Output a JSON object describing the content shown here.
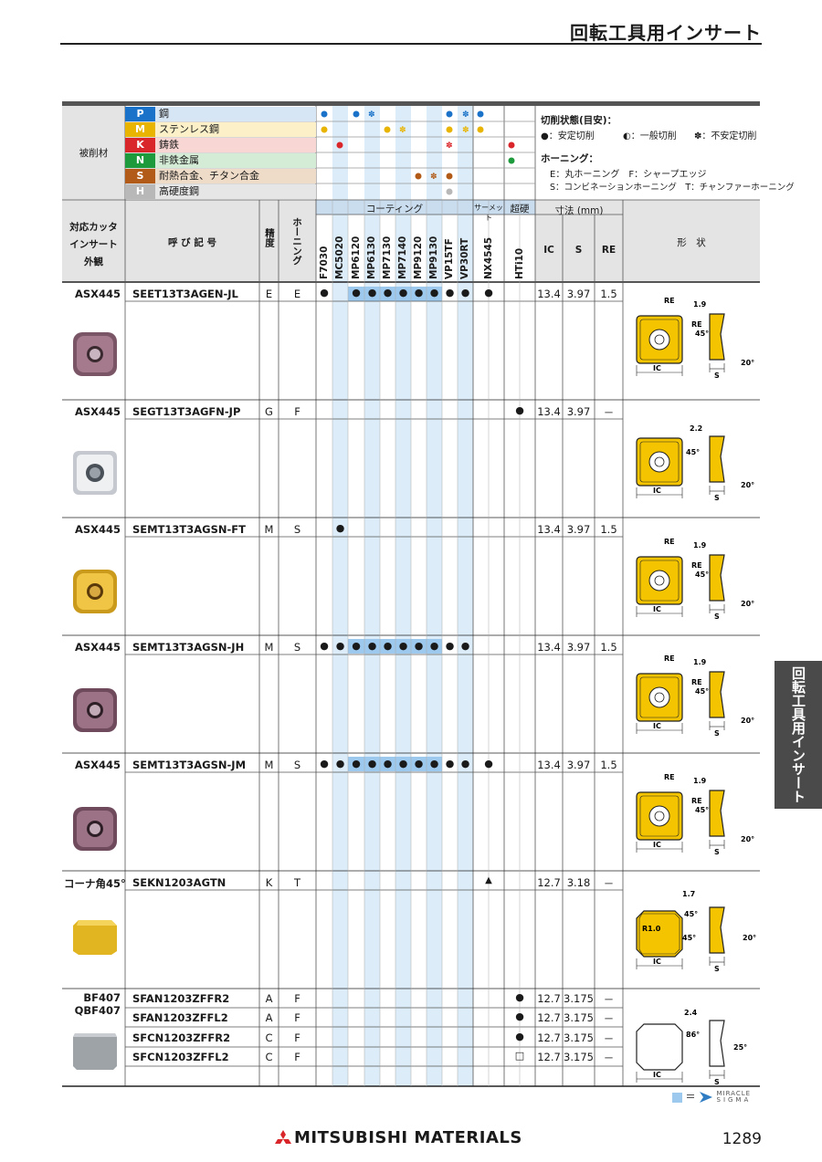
{
  "header": {
    "title": "回転工具用インサート"
  },
  "materials": {
    "label": "被削材",
    "rows": [
      {
        "code": "P",
        "name": "鋼",
        "color": "#1a73c9",
        "bg": "#d6e6f5"
      },
      {
        "code": "M",
        "name": "ステンレス鋼",
        "color": "#e8b400",
        "bg": "#fbf0c8"
      },
      {
        "code": "K",
        "name": "鋳鉄",
        "color": "#d9262b",
        "bg": "#f8d6d3"
      },
      {
        "code": "N",
        "name": "非鉄金属",
        "color": "#1c9a3c",
        "bg": "#d4ecd6"
      },
      {
        "code": "S",
        "name": "耐熱合金、チタン合金",
        "color": "#b25b18",
        "bg": "#efdcc8"
      },
      {
        "code": "H",
        "name": "高硬度鋼",
        "color": "#b8b8b8",
        "bg": "#e6e6e6"
      }
    ]
  },
  "legend": {
    "cutting_title": "切削状態(目安)：",
    "cutting_items": [
      "●：安定切削",
      "◐：一般切削",
      "✽：不安定切削"
    ],
    "honing_title": "ホーニング：",
    "honing_line1": "E：丸ホーニング　F：シャープエッジ",
    "honing_line2": "S：コンビネーションホーニング　T：チャンファーホーニング"
  },
  "columns": {
    "cutter": [
      "対応カッタ",
      "インサート",
      "外観"
    ],
    "designation": "呼 び 記 号",
    "accuracy": "精度",
    "honing": "ホーニング",
    "coating_group": "コーティング",
    "cermet_group": "サーメット",
    "carbide_group": "超硬",
    "dims_group": "寸法 (mm)",
    "shape": "形　状",
    "grades": [
      "F7030",
      "MC5020",
      "MP6120",
      "MP6130",
      "MP7130",
      "MP7140",
      "MP9120",
      "MP9130",
      "VP15TF",
      "VP30RT",
      "NX4545",
      "HTi10"
    ],
    "dims": [
      "IC",
      "S",
      "RE"
    ]
  },
  "rows": [
    {
      "cutter": "ASX445",
      "code": "SEET13T3AGEN-JL",
      "acc": "E",
      "hon": "E",
      "ic": "13.4",
      "s": "3.97",
      "re": "1.5",
      "marks": "●,,●,●,●,●,●,●,●,●,●,"
    },
    {
      "cutter": "ASX445",
      "code": "SEGT13T3AGFN-JP",
      "acc": "G",
      "hon": "F",
      "ic": "13.4",
      "s": "3.97",
      "re": "－",
      "marks": ",,,,,,,,,,,●"
    },
    {
      "cutter": "ASX445",
      "code": "SEMT13T3AGSN-FT",
      "acc": "M",
      "hon": "S",
      "ic": "13.4",
      "s": "3.97",
      "re": "1.5",
      "marks": ",●,,,,,,,,,,"
    },
    {
      "cutter": "ASX445",
      "code": "SEMT13T3AGSN-JH",
      "acc": "M",
      "hon": "S",
      "ic": "13.4",
      "s": "3.97",
      "re": "1.5",
      "marks": "●,●,●,●,●,●,●,●,●,●,,"
    },
    {
      "cutter": "ASX445",
      "code": "SEMT13T3AGSN-JM",
      "acc": "M",
      "hon": "S",
      "ic": "13.4",
      "s": "3.97",
      "re": "1.5",
      "marks": "●,●,●,●,●,●,●,●,●,●,●,"
    },
    {
      "cutter": "コーナ角45°",
      "code": "SEKN1203AGTN",
      "acc": "K",
      "hon": "T",
      "ic": "12.7",
      "s": "3.18",
      "re": "－",
      "marks": ",,,,,,,,,,▲,"
    }
  ],
  "bf_group": {
    "cutter1": "BF407",
    "cutter2": "QBF407",
    "rows": [
      {
        "code": "SFAN1203ZFFR2",
        "acc": "A",
        "hon": "F",
        "ic": "12.7",
        "s": "3.175",
        "re": "－",
        "mark": "●"
      },
      {
        "code": "SFAN1203ZFFL2",
        "acc": "A",
        "hon": "F",
        "ic": "12.7",
        "s": "3.175",
        "re": "－",
        "mark": "●"
      },
      {
        "code": "SFCN1203ZFFR2",
        "acc": "C",
        "hon": "F",
        "ic": "12.7",
        "s": "3.175",
        "re": "－",
        "mark": "●"
      },
      {
        "code": "SFCN1203ZFFL2",
        "acc": "C",
        "hon": "F",
        "ic": "12.7",
        "s": "3.175",
        "re": "－",
        "mark": "□"
      }
    ]
  },
  "diagram_labels": {
    "re": "RE",
    "ic": "IC",
    "s": "S",
    "a45": "45°",
    "a20": "20°",
    "a86": "86°",
    "a25": "25°",
    "d19": "1.9",
    "d22": "2.2",
    "d17": "1.7",
    "d24": "2.4",
    "r10": "R1.0"
  },
  "side_tab": "回転工具用インサート",
  "footer": {
    "brand": "MITSUBISHI MATERIALS",
    "page": "1289",
    "miracle_eq": "＝",
    "miracle_logo1": "MIRACLE",
    "miracle_logo2": "SIGMA"
  }
}
